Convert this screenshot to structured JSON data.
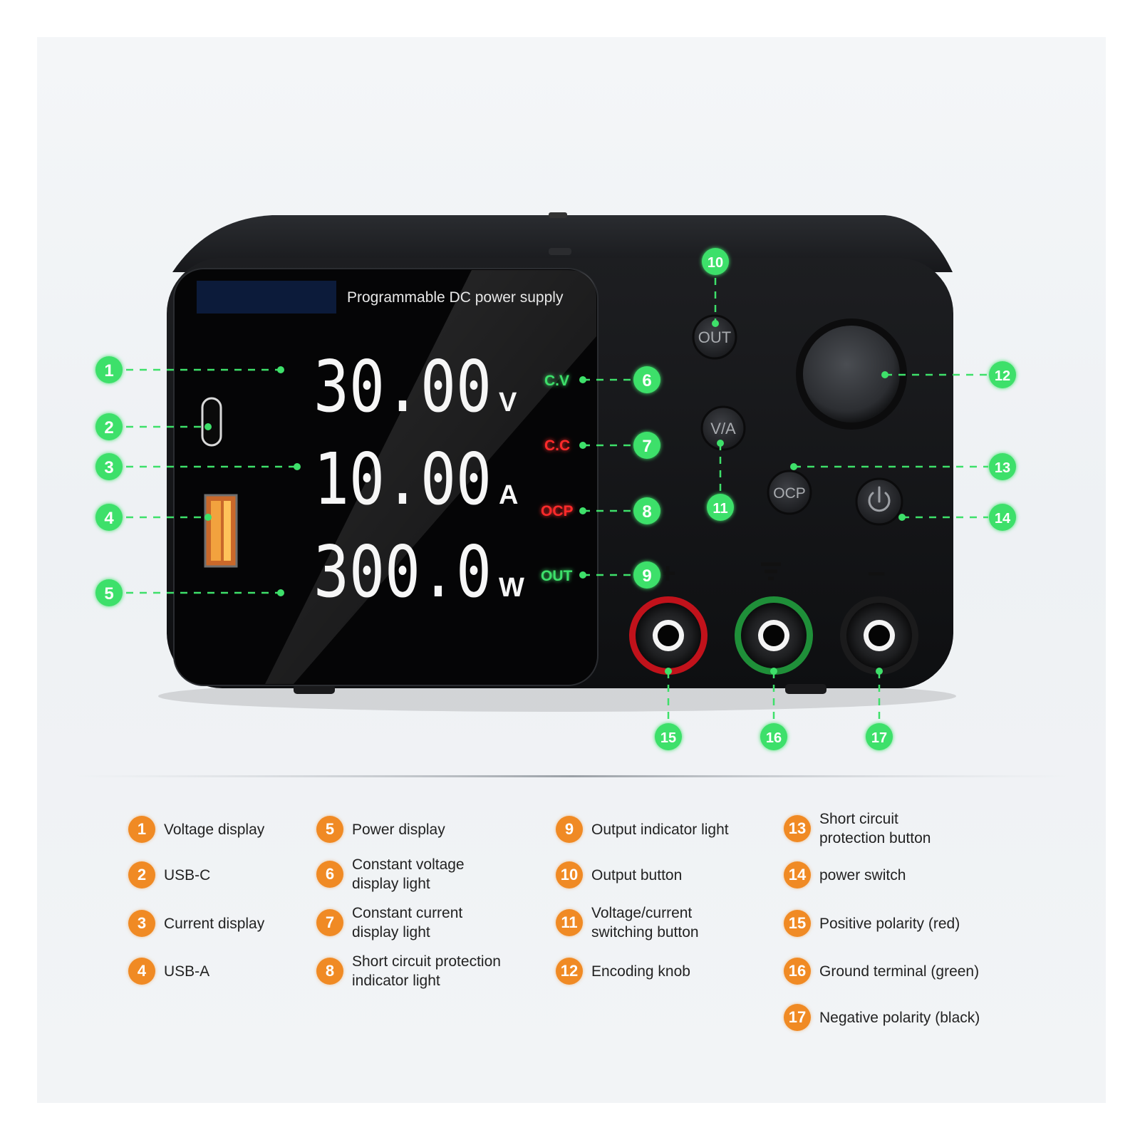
{
  "device": {
    "header": "Programmable DC power supply",
    "voltage": "30.00",
    "voltage_unit": "V",
    "current": "10.00",
    "current_unit": "A",
    "power": "300.0",
    "power_unit": "W",
    "indicators": {
      "cv": "C.V",
      "cc": "C.C",
      "ocp": "OCP",
      "out": "OUT"
    },
    "buttons": {
      "out": "OUT",
      "va": "V/A",
      "ocp": "OCP"
    },
    "polarity": {
      "positive": "+",
      "negative": "−"
    }
  },
  "callouts": [
    "1",
    "2",
    "3",
    "4",
    "5",
    "6",
    "7",
    "8",
    "9",
    "10",
    "11",
    "12",
    "13",
    "14",
    "15",
    "16",
    "17"
  ],
  "legend": [
    {
      "num": "1",
      "label": "Voltage display"
    },
    {
      "num": "2",
      "label": "USB-C"
    },
    {
      "num": "3",
      "label": "Current display"
    },
    {
      "num": "4",
      "label": "USB-A"
    },
    {
      "num": "5",
      "label": "Power display"
    },
    {
      "num": "6",
      "label": "Constant voltage display light"
    },
    {
      "num": "7",
      "label": "Constant current display light"
    },
    {
      "num": "8",
      "label": "Short circuit protection indicator light"
    },
    {
      "num": "9",
      "label": "Output indicator light"
    },
    {
      "num": "10",
      "label": "Output button"
    },
    {
      "num": "11",
      "label": "Voltage/current switching button"
    },
    {
      "num": "12",
      "label": "Encoding knob"
    },
    {
      "num": "13",
      "label": "Short circuit protection button"
    },
    {
      "num": "14",
      "label": "power switch"
    },
    {
      "num": "15",
      "label": "Positive polarity (red)"
    },
    {
      "num": "16",
      "label": "Ground terminal (green)"
    },
    {
      "num": "17",
      "label": "Negative polarity (black)"
    }
  ],
  "colors": {
    "callout_green": "#3ee06a",
    "legend_orange": "#f08a24",
    "cv_green": "#3ee06a",
    "alert_red": "#ff2a2a"
  }
}
